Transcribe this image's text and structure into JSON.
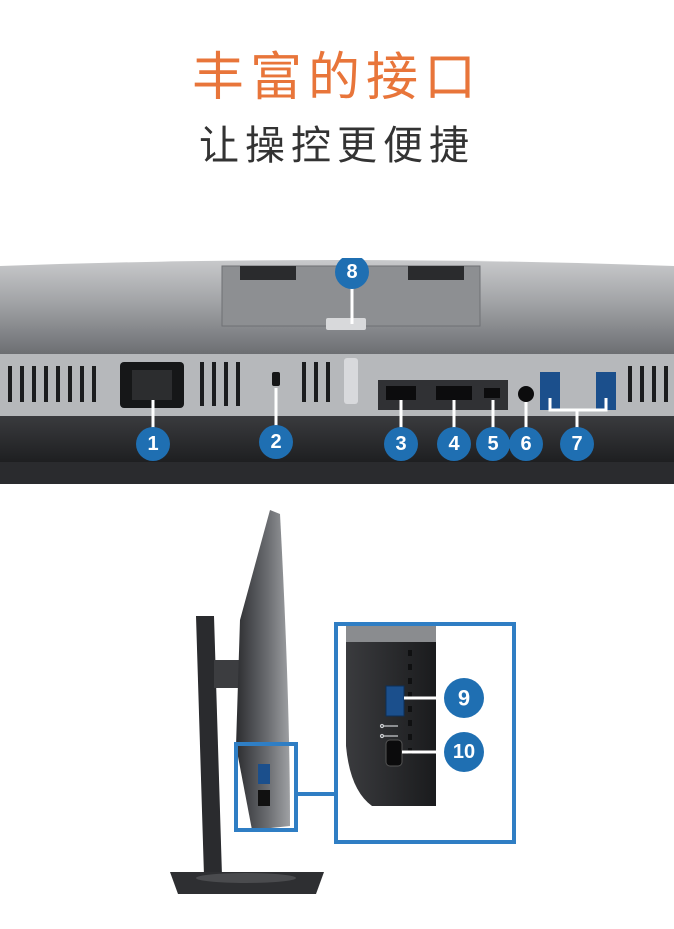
{
  "header": {
    "title": "丰富的接口",
    "subtitle": "让操控更便捷"
  },
  "callouts": {
    "c1": "1",
    "c2": "2",
    "c3": "3",
    "c4": "4",
    "c5": "5",
    "c6": "6",
    "c7": "7",
    "c8": "8",
    "c9": "9",
    "c10": "10"
  },
  "colors": {
    "title": "#e8753a",
    "subtitle": "#333333",
    "badge": "#1f6fb2",
    "frame": "#2f7ec4"
  },
  "icons": [
    "usb-icon",
    "usb-icon"
  ]
}
